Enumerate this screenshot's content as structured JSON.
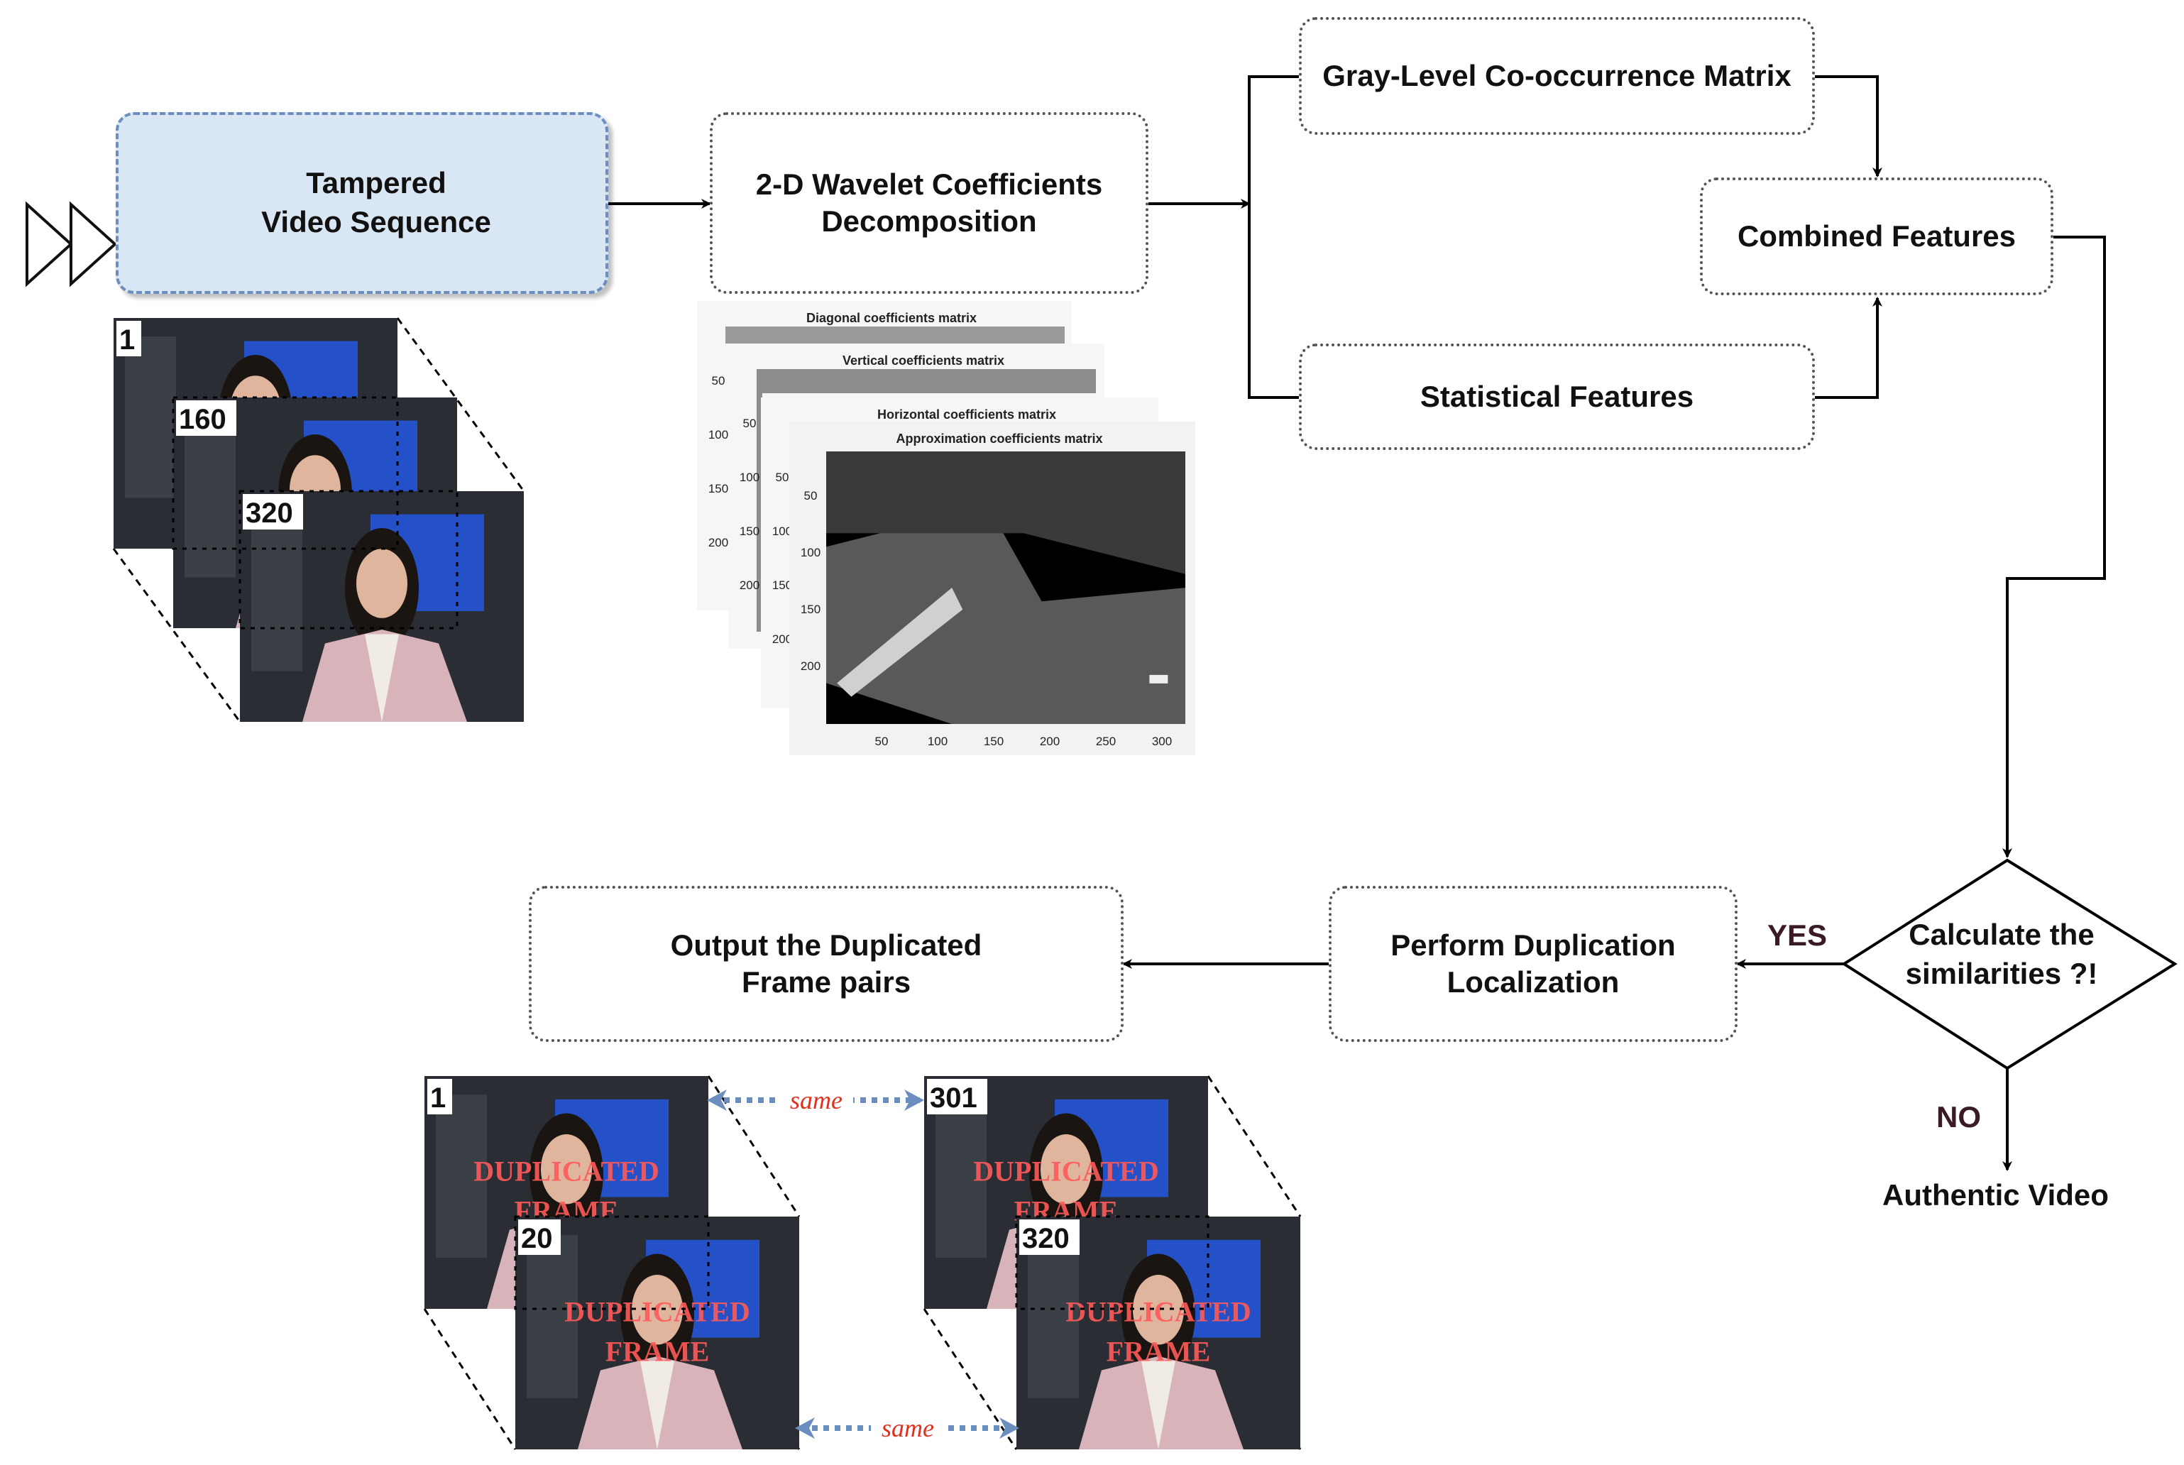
{
  "nodes": {
    "tampered": "Tampered\nVideo Sequence",
    "wavelet": "2-D Wavelet Coefficients\nDecomposition",
    "glcm": "Gray-Level Co-occurrence Matrix",
    "combined": "Combined Features",
    "statistical": "Statistical Features",
    "similarity": "Calculate the\nsimilarities ?!",
    "localization": "Perform Duplication\nLocalization",
    "output": "Output the Duplicated\nFrame pairs",
    "authentic": "Authentic Video"
  },
  "edge_labels": {
    "yes": "YES",
    "no": "NO"
  },
  "input_frames": [
    "1",
    "160",
    "320"
  ],
  "wavelet_panels": {
    "titles": [
      "Diagonal coefficients matrix",
      "Vertical coefficients matrix",
      "Horizontal coefficients matrix",
      "Approximation coefficients matrix"
    ],
    "y_ticks": [
      "50",
      "100",
      "150",
      "200"
    ],
    "x_ticks": [
      "50",
      "100",
      "150",
      "200",
      "250",
      "300"
    ]
  },
  "duplicated_pairs": [
    {
      "frames": [
        "1",
        "20"
      ],
      "overlay": [
        "DUPLICATED",
        "FRAME"
      ]
    },
    {
      "frames": [
        "301",
        "320"
      ],
      "overlay": [
        "DUPLICATED",
        "FRAME"
      ]
    }
  ],
  "same_label": "same",
  "colors": {
    "tampered_fill": "#d9e6f3",
    "tampered_border": "#6c8ebf",
    "play_icon": "#c8185a",
    "same_arrow": "#6c8ebf",
    "same_text": "#e0301e",
    "overlay_text": "#ff5a5a"
  }
}
